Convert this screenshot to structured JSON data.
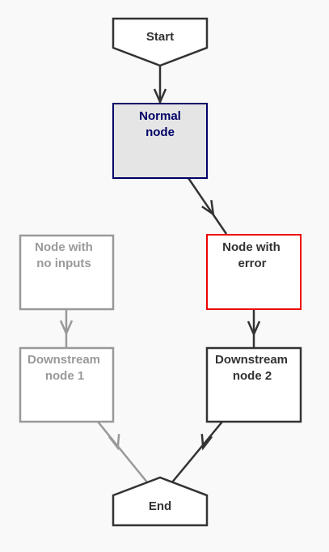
{
  "colors": {
    "background": "#f9f9f9",
    "edge_dark": "#333333",
    "edge_muted": "#999999",
    "normal_fill": "#e5e5e5",
    "normal_stroke": "#000066",
    "normal_text": "#000066",
    "error_stroke": "#ee0000",
    "muted_text": "#999999",
    "dark_text": "#333333",
    "white": "#ffffff"
  },
  "nodes": {
    "start": {
      "label": "Start"
    },
    "normal": {
      "line1": "Normal",
      "line2": "node"
    },
    "error": {
      "line1": "Node with",
      "line2": "error"
    },
    "no_inputs": {
      "line1": "Node with",
      "line2": "no inputs"
    },
    "downstream1": {
      "line1": "Downstream",
      "line2": "node 1"
    },
    "downstream2": {
      "line1": "Downstream",
      "line2": "node 2"
    },
    "end": {
      "label": "End"
    }
  }
}
